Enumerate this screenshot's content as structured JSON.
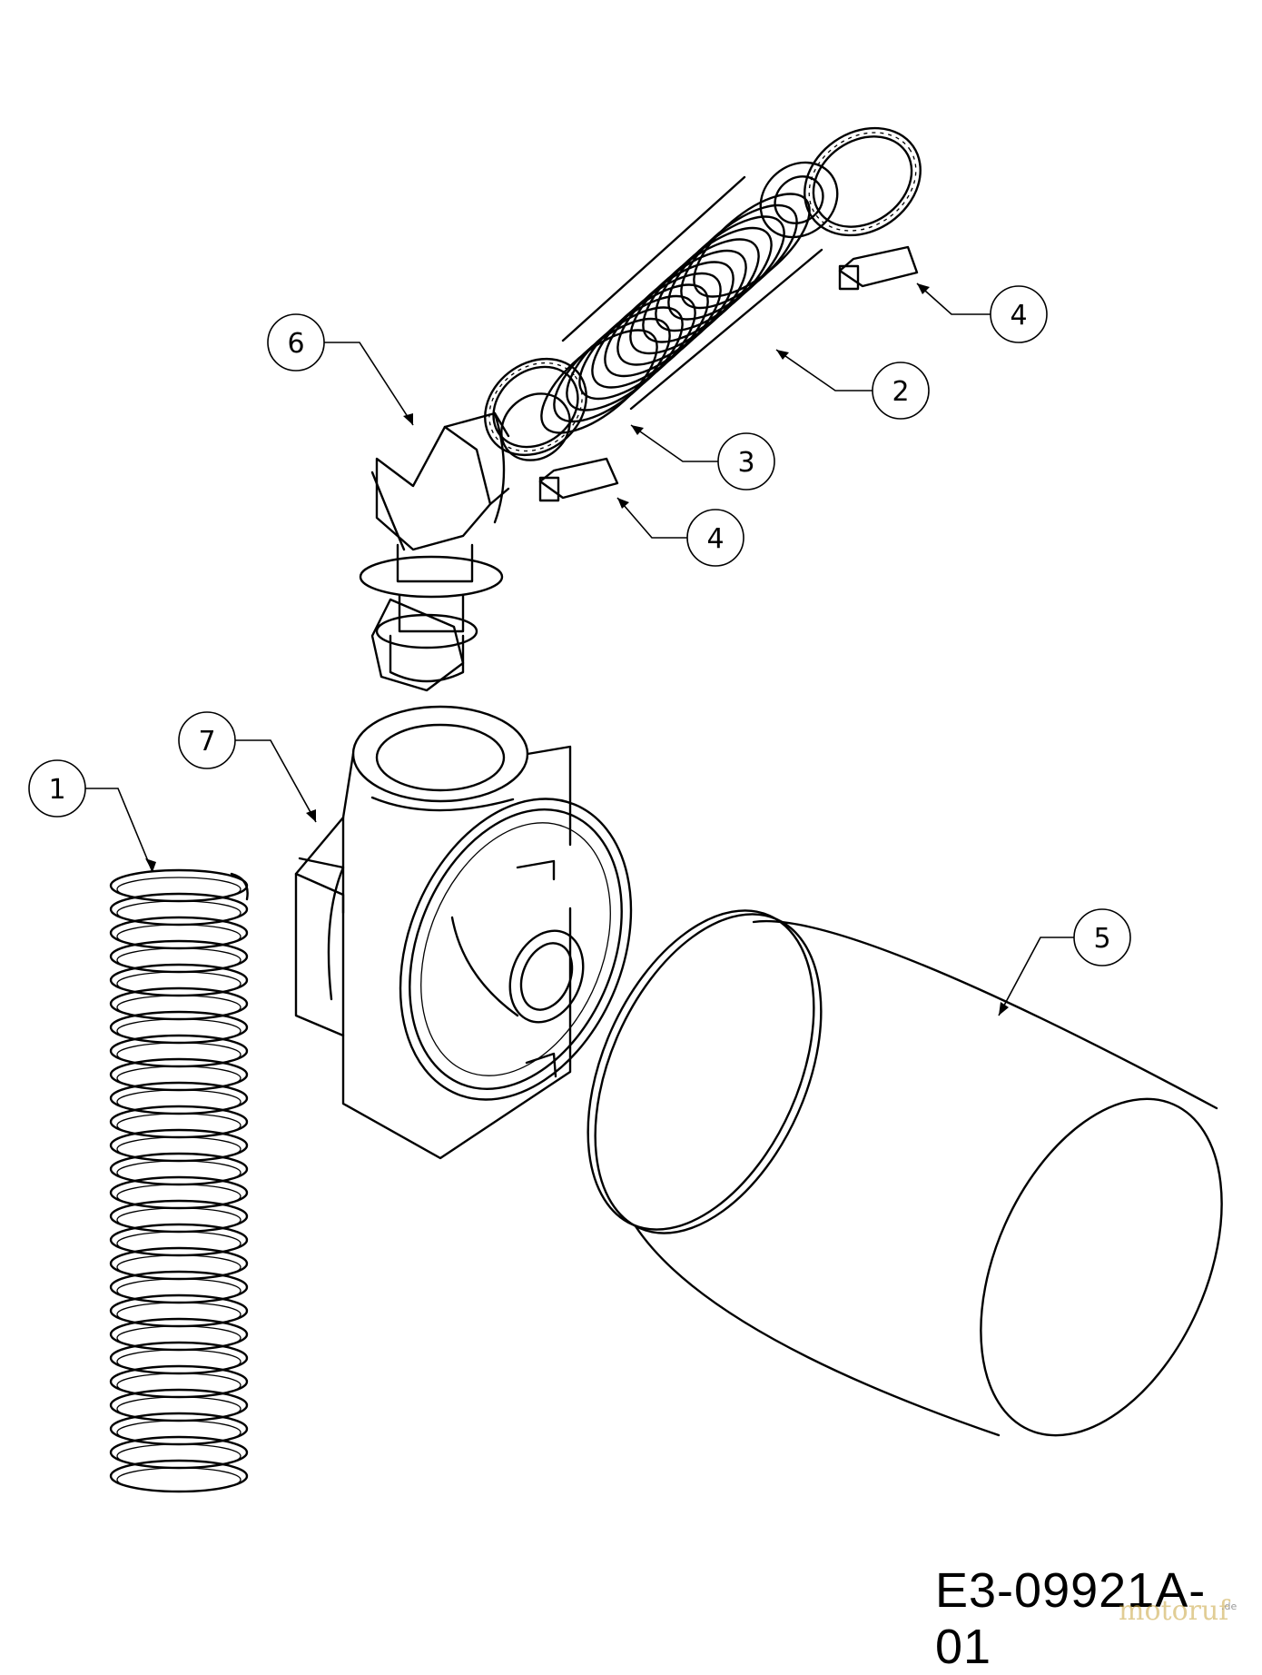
{
  "callouts": [
    {
      "id": "c1",
      "label": "1"
    },
    {
      "id": "c2",
      "label": "2"
    },
    {
      "id": "c3",
      "label": "3"
    },
    {
      "id": "c4a",
      "label": "4"
    },
    {
      "id": "c4b",
      "label": "4"
    },
    {
      "id": "c5",
      "label": "5"
    },
    {
      "id": "c6",
      "label": "6"
    },
    {
      "id": "c7",
      "label": "7"
    }
  ],
  "drawing_number": "E3-09921A-01",
  "watermark": {
    "text": "motoruf",
    "suffix": ".de",
    "color": "#c9a63f"
  },
  "parts": [
    "spring",
    "hose",
    "hose-clamp",
    "clamp-screw",
    "oil-filter",
    "elbow-fitting",
    "filter-adapter"
  ]
}
